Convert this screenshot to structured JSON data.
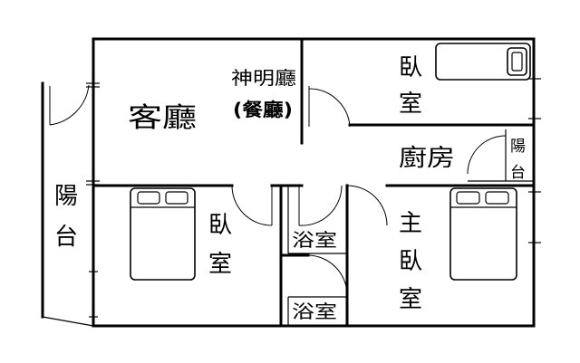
{
  "rooms": {
    "living_room": "客廳",
    "shrine_hall": "神明廳",
    "dining_note": "(餐廳)",
    "bedroom_top": "臥室",
    "kitchen": "廚房",
    "small_balcony": "陽台",
    "balcony_left": "陽台",
    "bedroom_left": "臥室",
    "bath_upper": "浴室",
    "bath_lower": "浴室",
    "master_bedroom": "主臥室"
  }
}
